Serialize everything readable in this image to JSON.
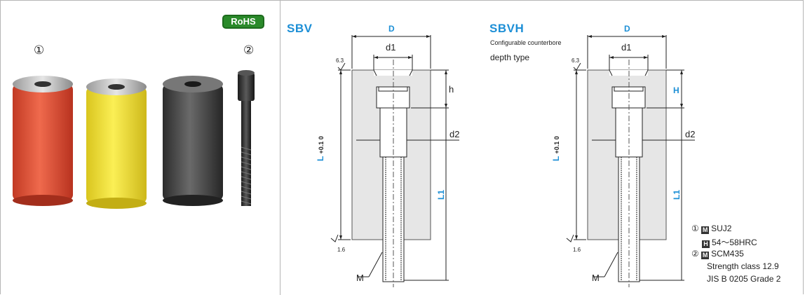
{
  "left_panel": {
    "rohs_badge": "RoHS",
    "marker_1": "①",
    "marker_2": "②",
    "products": [
      {
        "name": "red-collar",
        "color": "#e2533a"
      },
      {
        "name": "yellow-collar",
        "color": "#f3e02a"
      },
      {
        "name": "black-collar",
        "color": "#3c3c3c"
      },
      {
        "name": "socket-bolt",
        "color": "#2a2a2a"
      }
    ]
  },
  "sbv": {
    "title": "SBV",
    "label_D": "D",
    "label_d1": "d1",
    "label_h": "h",
    "label_d2": "d2",
    "label_L": "L",
    "label_L_tol": "+0.1 0",
    "label_L1": "L1",
    "label_M": "M",
    "rough_top": "6.3",
    "rough_bottom": "1.6"
  },
  "sbvh": {
    "title": "SBVH",
    "subnote": "Configurable counterbore",
    "subnote2": "depth type",
    "label_D": "D",
    "label_d1": "d1",
    "label_H": "H",
    "label_d2": "d2",
    "label_L": "L",
    "label_L_tol": "+0.1 0",
    "label_L1": "L1",
    "label_M": "M",
    "rough_top": "6.3",
    "rough_bottom": "1.6"
  },
  "specs": {
    "line1_marker": "①",
    "line1_mark": "M",
    "line1_text": "SUJ2",
    "line2_mark": "H",
    "line2_text": "54〜58HRC",
    "line3_marker": "②",
    "line3_mark": "M",
    "line3_text": "SCM435",
    "line4_text": "Strength class 12.9",
    "line5_text": "JIS B 0205 Grade 2"
  }
}
